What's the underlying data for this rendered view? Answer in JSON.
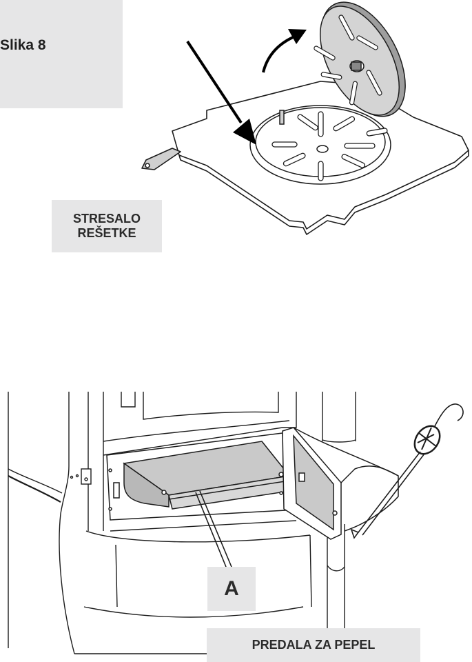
{
  "figure": {
    "title": "Slika 8"
  },
  "labels": {
    "grate_line1": "STRESALO",
    "grate_line2": "REŠETKE",
    "part_a": "A",
    "drawer": "PREDALA ZA PEPEL"
  },
  "colors": {
    "box": "#e6e6e7",
    "drawer": "#c9c9c9",
    "arrow": "#000000"
  }
}
